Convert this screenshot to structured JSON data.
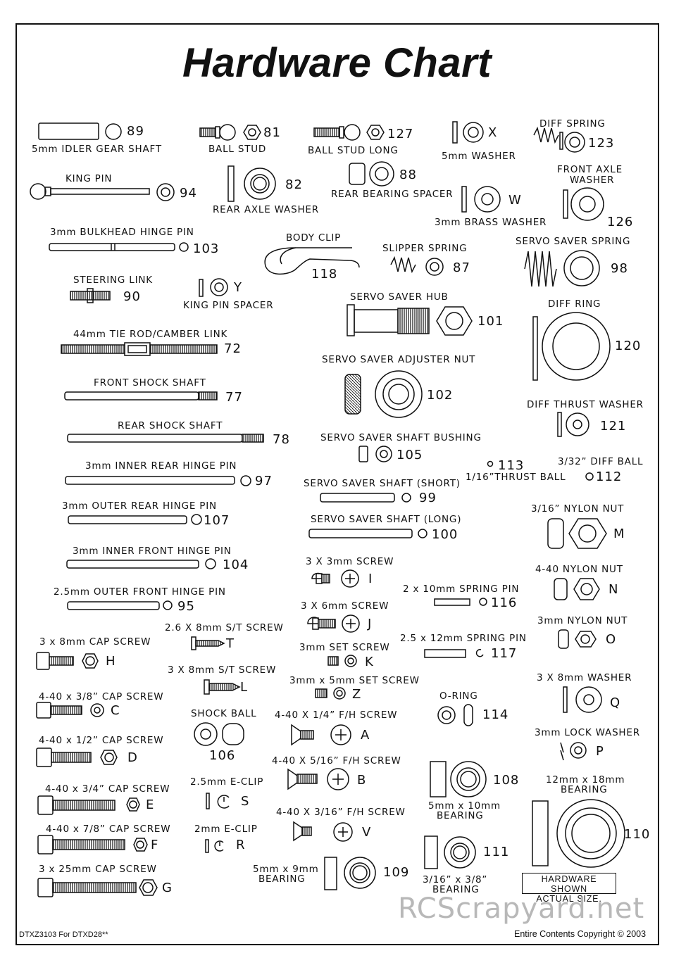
{
  "title": "Hardware Chart",
  "footer": {
    "left": "DTXZ3103 For DTXD28**",
    "right": "Entire Contents Copyright © 2003",
    "watermark": "RCScrapyard.net"
  },
  "note": {
    "line1": "HARDWARE SHOWN",
    "line2": "ACTUAL SIZE."
  },
  "items": {
    "p89": {
      "label": "5mm IDLER GEAR SHAFT",
      "num": "89"
    },
    "p81": {
      "label": "BALL STUD",
      "num": "81"
    },
    "p127": {
      "label": "BALL STUD LONG",
      "num": "127"
    },
    "pX": {
      "label": "5mm WASHER",
      "num": "X"
    },
    "p123": {
      "label": "DIFF SPRING",
      "num": "123"
    },
    "p94": {
      "label": "KING PIN",
      "num": "94"
    },
    "p82": {
      "label": "REAR AXLE WASHER",
      "num": "82"
    },
    "p88": {
      "label": "REAR BEARING SPACER",
      "num": "88"
    },
    "pW": {
      "label": "3mm BRASS WASHER",
      "num": "W"
    },
    "p126": {
      "label1": "FRONT AXLE",
      "label2": "WASHER",
      "num": "126"
    },
    "p103": {
      "label": "3mm BULKHEAD HINGE PIN",
      "num": "103"
    },
    "p118": {
      "label": "BODY CLIP",
      "num": "118"
    },
    "p87": {
      "label": "SLIPPER SPRING",
      "num": "87"
    },
    "p98": {
      "label": "SERVO SAVER SPRING",
      "num": "98"
    },
    "p90": {
      "label": "STEERING LINK",
      "num": "90"
    },
    "pY": {
      "label": "KING PIN SPACER",
      "num": "Y"
    },
    "p101": {
      "label": "SERVO SAVER HUB",
      "num": "101"
    },
    "p120": {
      "label": "DIFF RING",
      "num": "120"
    },
    "p72": {
      "label": "44mm TIE ROD/CAMBER LINK",
      "num": "72"
    },
    "p102": {
      "label": "SERVO SAVER ADJUSTER NUT",
      "num": "102"
    },
    "p77": {
      "label": "FRONT SHOCK SHAFT",
      "num": "77"
    },
    "p121": {
      "label": "DIFF THRUST WASHER",
      "num": "121"
    },
    "p78": {
      "label": "REAR SHOCK SHAFT",
      "num": "78"
    },
    "p105": {
      "label": "SERVO SAVER SHAFT BUSHING",
      "num": "105"
    },
    "p113": {
      "label": "1/16”THRUST BALL",
      "num": "113"
    },
    "p112": {
      "label": "3/32” DIFF BALL",
      "num": "112"
    },
    "p97": {
      "label": "3mm INNER REAR HINGE PIN",
      "num": "97"
    },
    "p99": {
      "label": "SERVO SAVER SHAFT (SHORT)",
      "num": "99"
    },
    "pM": {
      "label": "3/16” NYLON NUT",
      "num": "M"
    },
    "p107": {
      "label": "3mm OUTER REAR HINGE PIN",
      "num": "107"
    },
    "p100": {
      "label": "SERVO SAVER SHAFT (LONG)",
      "num": "100"
    },
    "p104": {
      "label": "3mm INNER FRONT HINGE PIN",
      "num": "104"
    },
    "pI": {
      "label": "3 X 3mm SCREW",
      "num": "I"
    },
    "pN": {
      "label": "4-40 NYLON NUT",
      "num": "N"
    },
    "p116": {
      "label": "2 x 10mm SPRING PIN",
      "num": "116"
    },
    "p95": {
      "label": "2.5mm OUTER FRONT HINGE PIN",
      "num": "95"
    },
    "pJ": {
      "label": "3 X 6mm SCREW",
      "num": "J"
    },
    "pO": {
      "label": "3mm NYLON NUT",
      "num": "O"
    },
    "pT": {
      "label": "2.6 X 8mm S/T SCREW",
      "num": "T"
    },
    "pH": {
      "label": "3 x 8mm CAP SCREW",
      "num": "H"
    },
    "p117": {
      "label": "2.5 x 12mm SPRING PIN",
      "num": "117"
    },
    "pK": {
      "label": "3mm SET SCREW",
      "num": "K"
    },
    "pL": {
      "label": "3 X 8mm S/T SCREW",
      "num": "L"
    },
    "pQ": {
      "label": "3 X 8mm WASHER",
      "num": "Q"
    },
    "pZ": {
      "label": "3mm x 5mm SET SCREW",
      "num": "Z"
    },
    "pC": {
      "label": "4-40 x 3/8” CAP SCREW",
      "num": "C"
    },
    "p106": {
      "label": "SHOCK BALL",
      "num": "106"
    },
    "pA": {
      "label": "4-40 X 1/4” F/H SCREW",
      "num": "A"
    },
    "p114": {
      "label": "O-RING",
      "num": "114"
    },
    "pP": {
      "label": "3mm LOCK WASHER",
      "num": "P"
    },
    "pD": {
      "label": "4-40 x 1/2” CAP SCREW",
      "num": "D"
    },
    "pB": {
      "label": "4-40 X 5/16” F/H SCREW",
      "num": "B"
    },
    "p108": {
      "label1": "5mm x 10mm",
      "label2": "BEARING",
      "num": "108"
    },
    "p110": {
      "label1": "12mm x 18mm",
      "label2": "BEARING",
      "num": "110"
    },
    "pE": {
      "label": "4-40 x 3/4” CAP SCREW",
      "num": "E"
    },
    "pS": {
      "label": "2.5mm E-CLIP",
      "num": "S"
    },
    "pV": {
      "label": "4-40 X 3/16” F/H SCREW",
      "num": "V"
    },
    "pF": {
      "label": "4-40 x 7/8” CAP SCREW",
      "num": "F"
    },
    "pR": {
      "label": "2mm E-CLIP",
      "num": "R"
    },
    "p111": {
      "label1": "3/16” x 3/8”",
      "label2": "BEARING",
      "num": "111"
    },
    "p109": {
      "label1": "5mm x 9mm",
      "label2": "BEARING",
      "num": "109"
    },
    "pG": {
      "label": "3 x 25mm CAP SCREW",
      "num": "G"
    }
  }
}
